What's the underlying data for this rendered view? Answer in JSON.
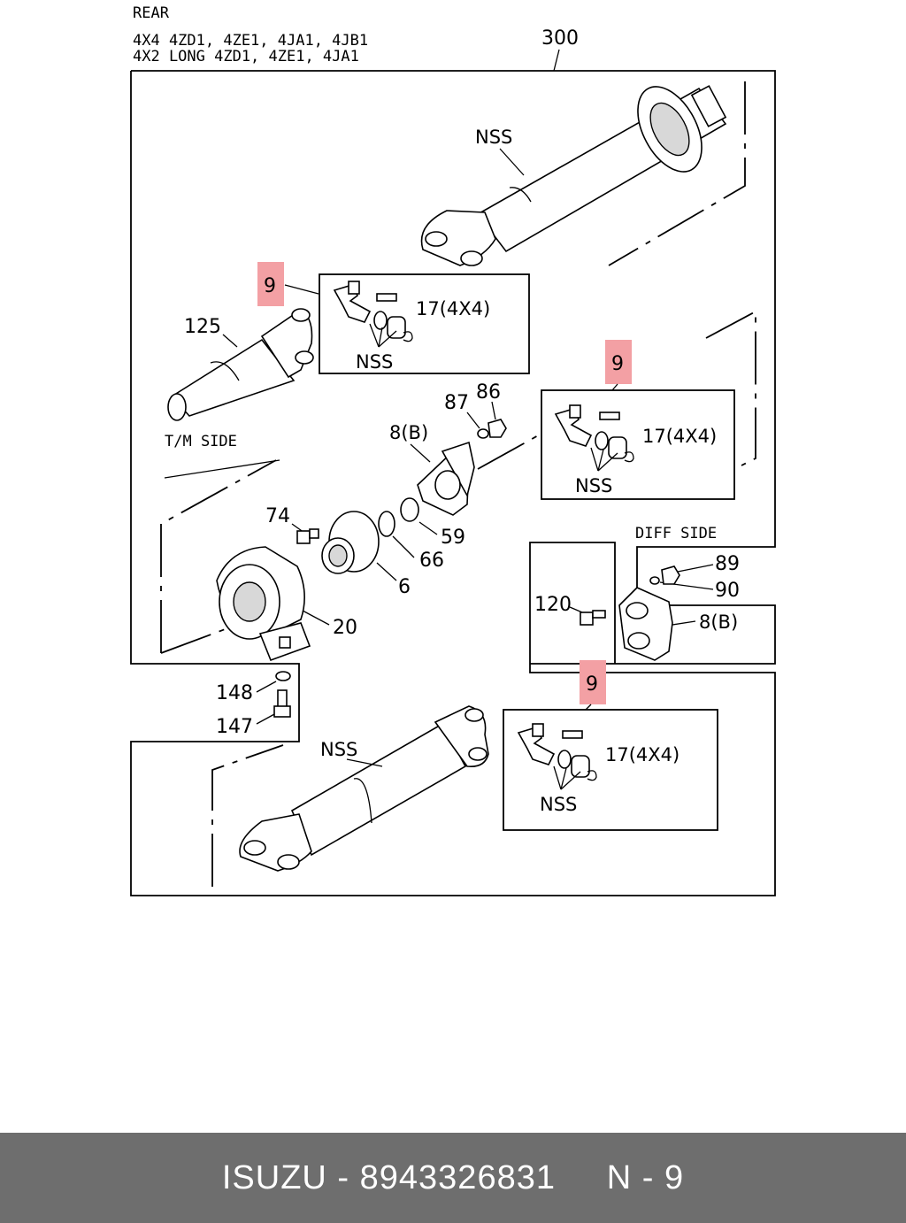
{
  "header": {
    "line1": "REAR",
    "line2": "4X4  4ZD1, 4ZE1, 4JA1, 4JB1",
    "line3": "4X2  LONG 4ZD1, 4ZE1, 4JA1"
  },
  "labels": {
    "p300": "300",
    "nss_top": "NSS",
    "nss_kit1": "NSS",
    "nss_kit2": "NSS",
    "nss_kit3": "NSS",
    "nss_bottom": "NSS",
    "p125": "125",
    "tm_side": "T/M SIDE",
    "diff_side": "DIFF SIDE",
    "p9a": "9",
    "p9b": "9",
    "p9c": "9",
    "p17a": "17(4X4)",
    "p17b": "17(4X4)",
    "p17c": "17(4X4)",
    "p87": "87",
    "p86": "86",
    "p8b_top": "8(B)",
    "p8b_right": "8(B)",
    "p74": "74",
    "p59": "59",
    "p66": "66",
    "p6": "6",
    "p20": "20",
    "p89": "89",
    "p90": "90",
    "p120": "120",
    "p148": "148",
    "p147": "147"
  },
  "footer": {
    "brand": "ISUZU",
    "sep1": " - ",
    "part_number": "8943326831",
    "gap": "     ",
    "page": "N - 9"
  },
  "colors": {
    "highlight": "#f3a0a4",
    "footer_bg": "#6e6e6e",
    "footer_text": "#ffffff"
  }
}
